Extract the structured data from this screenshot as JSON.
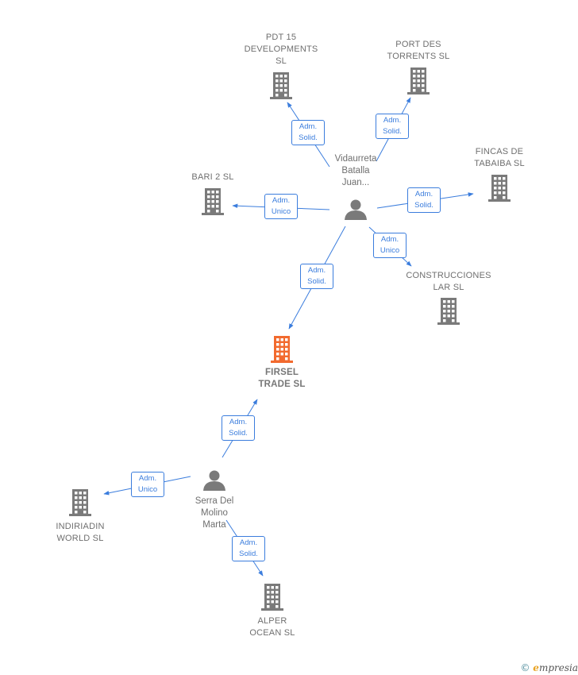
{
  "companies": [
    {
      "id": "pdt15",
      "label": "PDT 15\nDEVELOPMENTS\nSL",
      "main": false
    },
    {
      "id": "port",
      "label": "PORT DES\nTORRENTS SL",
      "main": false
    },
    {
      "id": "fincas",
      "label": "FINCAS DE\nTABAIBA SL",
      "main": false
    },
    {
      "id": "bari",
      "label": "BARI 2 SL",
      "main": false
    },
    {
      "id": "construcciones",
      "label": "CONSTRUCCIONES\nLAR SL",
      "main": false
    },
    {
      "id": "firsel",
      "label": "FIRSEL\nTRADE SL",
      "main": true
    },
    {
      "id": "indiriadin",
      "label": "INDIRIADIN\nWORLD SL",
      "main": false
    },
    {
      "id": "alper",
      "label": "ALPER\nOCEAN SL",
      "main": false
    }
  ],
  "persons": [
    {
      "id": "vidaurreta",
      "label": "Vidaurreta\nBatalla\nJuan..."
    },
    {
      "id": "serra",
      "label": "Serra Del\nMolino\nMarta"
    }
  ],
  "edges": [
    {
      "from": "vidaurreta",
      "to": "pdt15",
      "label": "Adm.\nSolid."
    },
    {
      "from": "vidaurreta",
      "to": "port",
      "label": "Adm.\nSolid."
    },
    {
      "from": "vidaurreta",
      "to": "fincas",
      "label": "Adm.\nSolid."
    },
    {
      "from": "vidaurreta",
      "to": "bari",
      "label": "Adm.\nUnico"
    },
    {
      "from": "vidaurreta",
      "to": "construcciones",
      "label": "Adm.\nUnico"
    },
    {
      "from": "vidaurreta",
      "to": "firsel",
      "label": "Adm.\nSolid."
    },
    {
      "from": "serra",
      "to": "firsel",
      "label": "Adm.\nSolid."
    },
    {
      "from": "serra",
      "to": "indiriadin",
      "label": "Adm.\nUnico"
    },
    {
      "from": "serra",
      "to": "alper",
      "label": "Adm.\nSolid."
    }
  ],
  "colors": {
    "edge": "#3b7ddd",
    "building": "#7a7a7a",
    "building_main": "#f26a2e",
    "person": "#7a7a7a"
  },
  "footer": {
    "copyright": "©",
    "brand_initial": "e",
    "brand_rest": "mpresia"
  }
}
